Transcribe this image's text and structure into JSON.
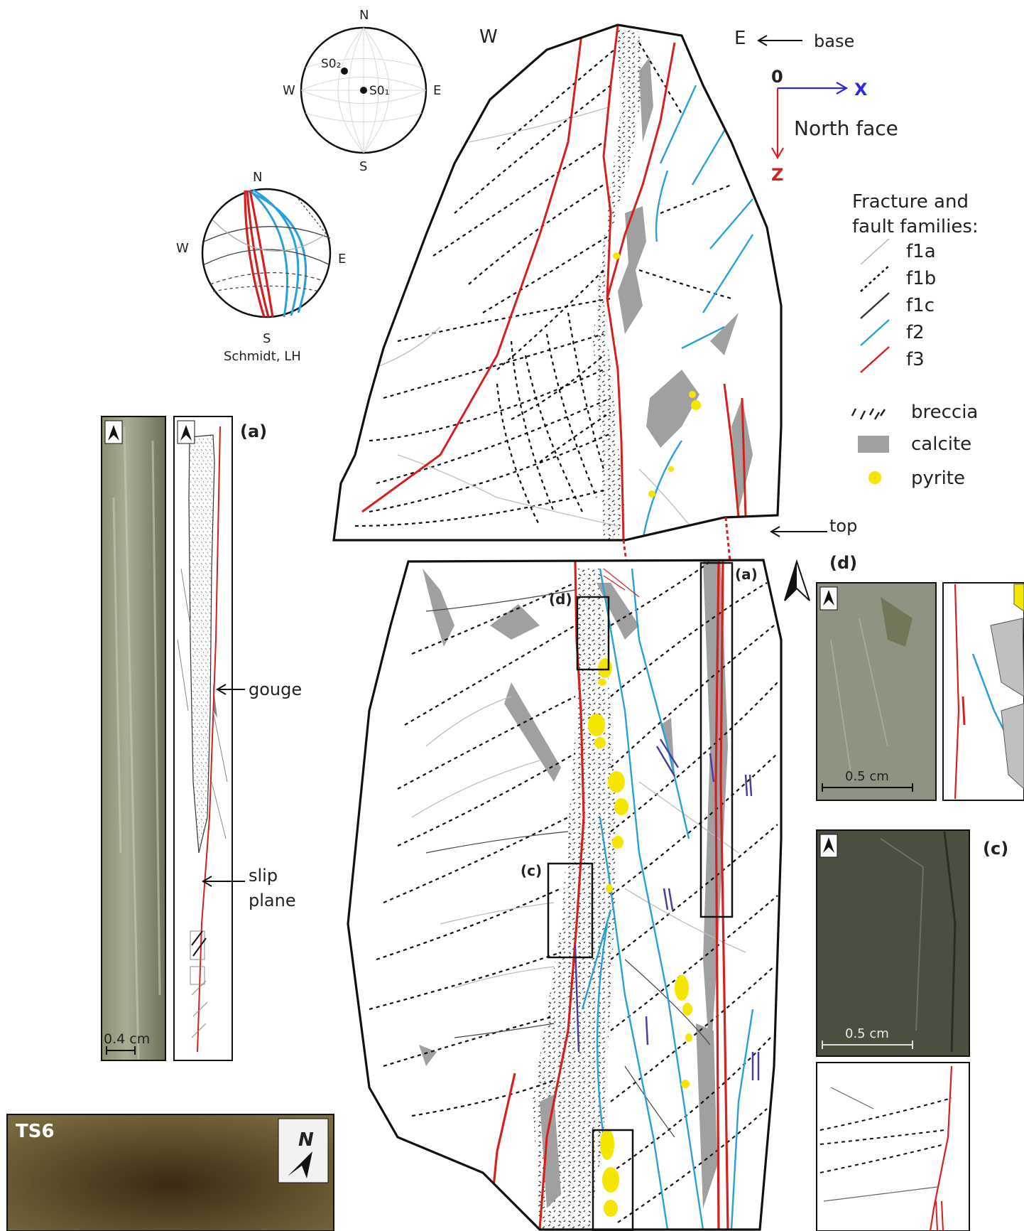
{
  "stereonet_poles": {
    "n": "N",
    "s": "S",
    "e": "E",
    "w": "W",
    "pole1": "S0₁",
    "pole2": "S0₂"
  },
  "stereonet_planes": {
    "n": "N",
    "s": "S",
    "e": "E",
    "w": "W",
    "caption_line1": "S",
    "caption_line2": "Schmidt, LH"
  },
  "orientation": {
    "w": "W",
    "e": "E",
    "base": "base",
    "top": "top",
    "origin": "0",
    "x": "X",
    "z": "Z",
    "face": "North face"
  },
  "legend": {
    "title_line1": "Fracture and",
    "title_line2": "fault families:",
    "lines": [
      {
        "label": "f1a",
        "color": "#b0b0b0",
        "style": "solid"
      },
      {
        "label": "f1b",
        "color": "#111111",
        "style": "dotted"
      },
      {
        "label": "f1c",
        "color": "#333333",
        "style": "solid"
      },
      {
        "label": "f2",
        "color": "#2aa0d8",
        "style": "solid"
      },
      {
        "label": "f3",
        "color": "#d62020",
        "style": "solid"
      }
    ],
    "fills": [
      {
        "label": "breccia",
        "kind": "hatch"
      },
      {
        "label": "calcite",
        "kind": "gray",
        "color": "#a0a0a0"
      },
      {
        "label": "pyrite",
        "kind": "dot",
        "color": "#f5e600"
      }
    ]
  },
  "panel_a": {
    "label": "(a)",
    "scale": "0.4 cm",
    "gouge": "gouge",
    "slip1": "slip",
    "slip2": "plane"
  },
  "panel_d": {
    "label": "(d)",
    "scale": "0.5 cm"
  },
  "panel_c": {
    "label": "(c)",
    "scale": "0.5 cm"
  },
  "section_boxes": {
    "a": "(a)",
    "c": "(c)",
    "d": "(d)"
  },
  "thin_section": {
    "label": "TS6",
    "north": "N"
  },
  "colors": {
    "f2": "#2aa0d8",
    "f3": "#d62020",
    "calcite": "#a0a0a0",
    "pyrite": "#f5e600",
    "x_axis": "#2a2ae0",
    "z_axis": "#d62020"
  }
}
